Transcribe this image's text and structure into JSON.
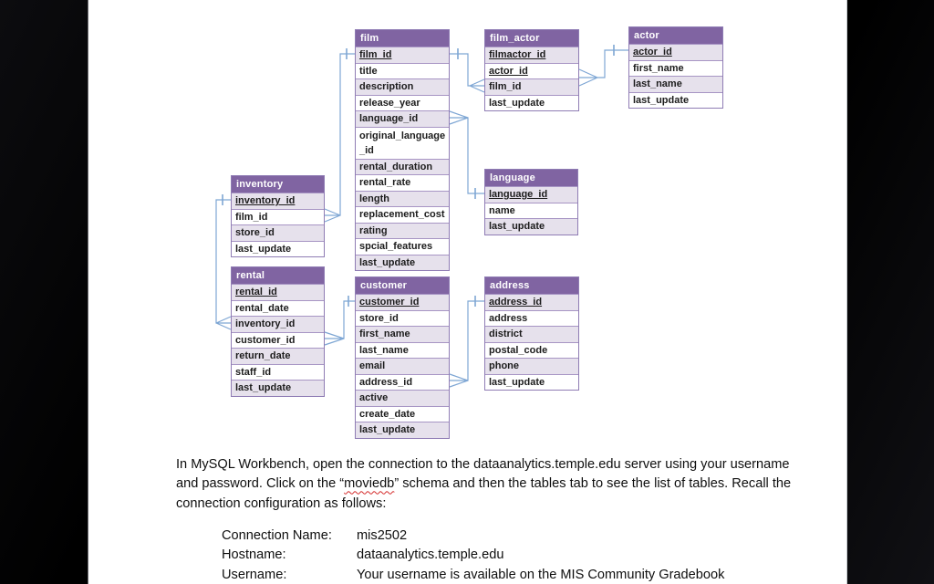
{
  "slide": {
    "diagram": {
      "tables": [
        {
          "id": "film",
          "title": "film",
          "fields": [
            {
              "name": "film_id",
              "pk": true
            },
            {
              "name": "title"
            },
            {
              "name": "description"
            },
            {
              "name": "release_year"
            },
            {
              "name": "language_id"
            },
            {
              "name": "original_language_id",
              "display": "original_language\n_id",
              "tall": true
            },
            {
              "name": "rental_duration"
            },
            {
              "name": "rental_rate"
            },
            {
              "name": "length"
            },
            {
              "name": "replacement_cost"
            },
            {
              "name": "rating"
            },
            {
              "name": "spcial_features"
            },
            {
              "name": "last_update"
            }
          ]
        },
        {
          "id": "film_actor",
          "title": "film_actor",
          "fields": [
            {
              "name": "filmactor_id",
              "pk": true
            },
            {
              "name": "actor_id",
              "pk": true
            },
            {
              "name": "film_id"
            },
            {
              "name": "last_update"
            }
          ]
        },
        {
          "id": "actor",
          "title": "actor",
          "fields": [
            {
              "name": "actor_id",
              "pk": true
            },
            {
              "name": "first_name"
            },
            {
              "name": "last_name"
            },
            {
              "name": "last_update"
            }
          ]
        },
        {
          "id": "inventory",
          "title": "inventory",
          "fields": [
            {
              "name": "inventory_id",
              "pk": true
            },
            {
              "name": "film_id"
            },
            {
              "name": "store_id"
            },
            {
              "name": "last_update"
            }
          ]
        },
        {
          "id": "language",
          "title": "language",
          "fields": [
            {
              "name": "language_id",
              "pk": true
            },
            {
              "name": "name"
            },
            {
              "name": "last_update"
            }
          ]
        },
        {
          "id": "rental",
          "title": "rental",
          "fields": [
            {
              "name": "rental_id",
              "pk": true
            },
            {
              "name": "rental_date"
            },
            {
              "name": "inventory_id"
            },
            {
              "name": "customer_id"
            },
            {
              "name": "return_date"
            },
            {
              "name": "staff_id"
            },
            {
              "name": "last_update"
            }
          ]
        },
        {
          "id": "customer",
          "title": "customer",
          "fields": [
            {
              "name": "customer_id",
              "pk": true
            },
            {
              "name": "store_id"
            },
            {
              "name": "first_name"
            },
            {
              "name": "last_name"
            },
            {
              "name": "email"
            },
            {
              "name": "address_id"
            },
            {
              "name": "active"
            },
            {
              "name": "create_date"
            },
            {
              "name": "last_update"
            }
          ]
        },
        {
          "id": "address",
          "title": "address",
          "fields": [
            {
              "name": "address_id",
              "pk": true
            },
            {
              "name": "address"
            },
            {
              "name": "district"
            },
            {
              "name": "postal_code"
            },
            {
              "name": "phone"
            },
            {
              "name": "last_update"
            }
          ]
        }
      ],
      "relationships": [
        {
          "from": "inventory.film_id",
          "to": "film.film_id",
          "cardinality": "many-to-one"
        },
        {
          "from": "rental.inventory_id",
          "to": "inventory.inventory_id",
          "cardinality": "many-to-one"
        },
        {
          "from": "film_actor.film_id",
          "to": "film.film_id",
          "cardinality": "many-to-one"
        },
        {
          "from": "film.language_id",
          "to": "language.language_id",
          "cardinality": "many-to-one"
        },
        {
          "from": "film_actor.actor_id",
          "to": "actor.actor_id",
          "cardinality": "many-to-one"
        },
        {
          "from": "rental.customer_id",
          "to": "customer.customer_id",
          "cardinality": "many-to-one"
        },
        {
          "from": "customer.address_id",
          "to": "address.address_id",
          "cardinality": "many-to-one"
        }
      ]
    },
    "paragraph": {
      "line1": "In MySQL Workbench, open the connection to the dataanalytics.temple.edu server using your username",
      "line2_pre": "and password. Click on the “",
      "line2_word": "moviedb",
      "line2_post": "” schema and then the tables tab to see the list of tables. Recall the",
      "line3": "connection configuration as follows:"
    },
    "config": {
      "rows": [
        {
          "label": "Connection Name:",
          "value": "mis2502"
        },
        {
          "label": "Hostname:",
          "value": "dataanalytics.temple.edu"
        },
        {
          "label": "Username:",
          "value": "Your username is available on the MIS Community Gradebook"
        }
      ]
    }
  },
  "colors": {
    "table_header": "#8064A2",
    "row_shaded": "#E6E1EC",
    "table_border": "#8F7CB4",
    "connector": "#7EA6D4",
    "spellcheck_underline": "#D42A2A",
    "background": "#000000"
  }
}
